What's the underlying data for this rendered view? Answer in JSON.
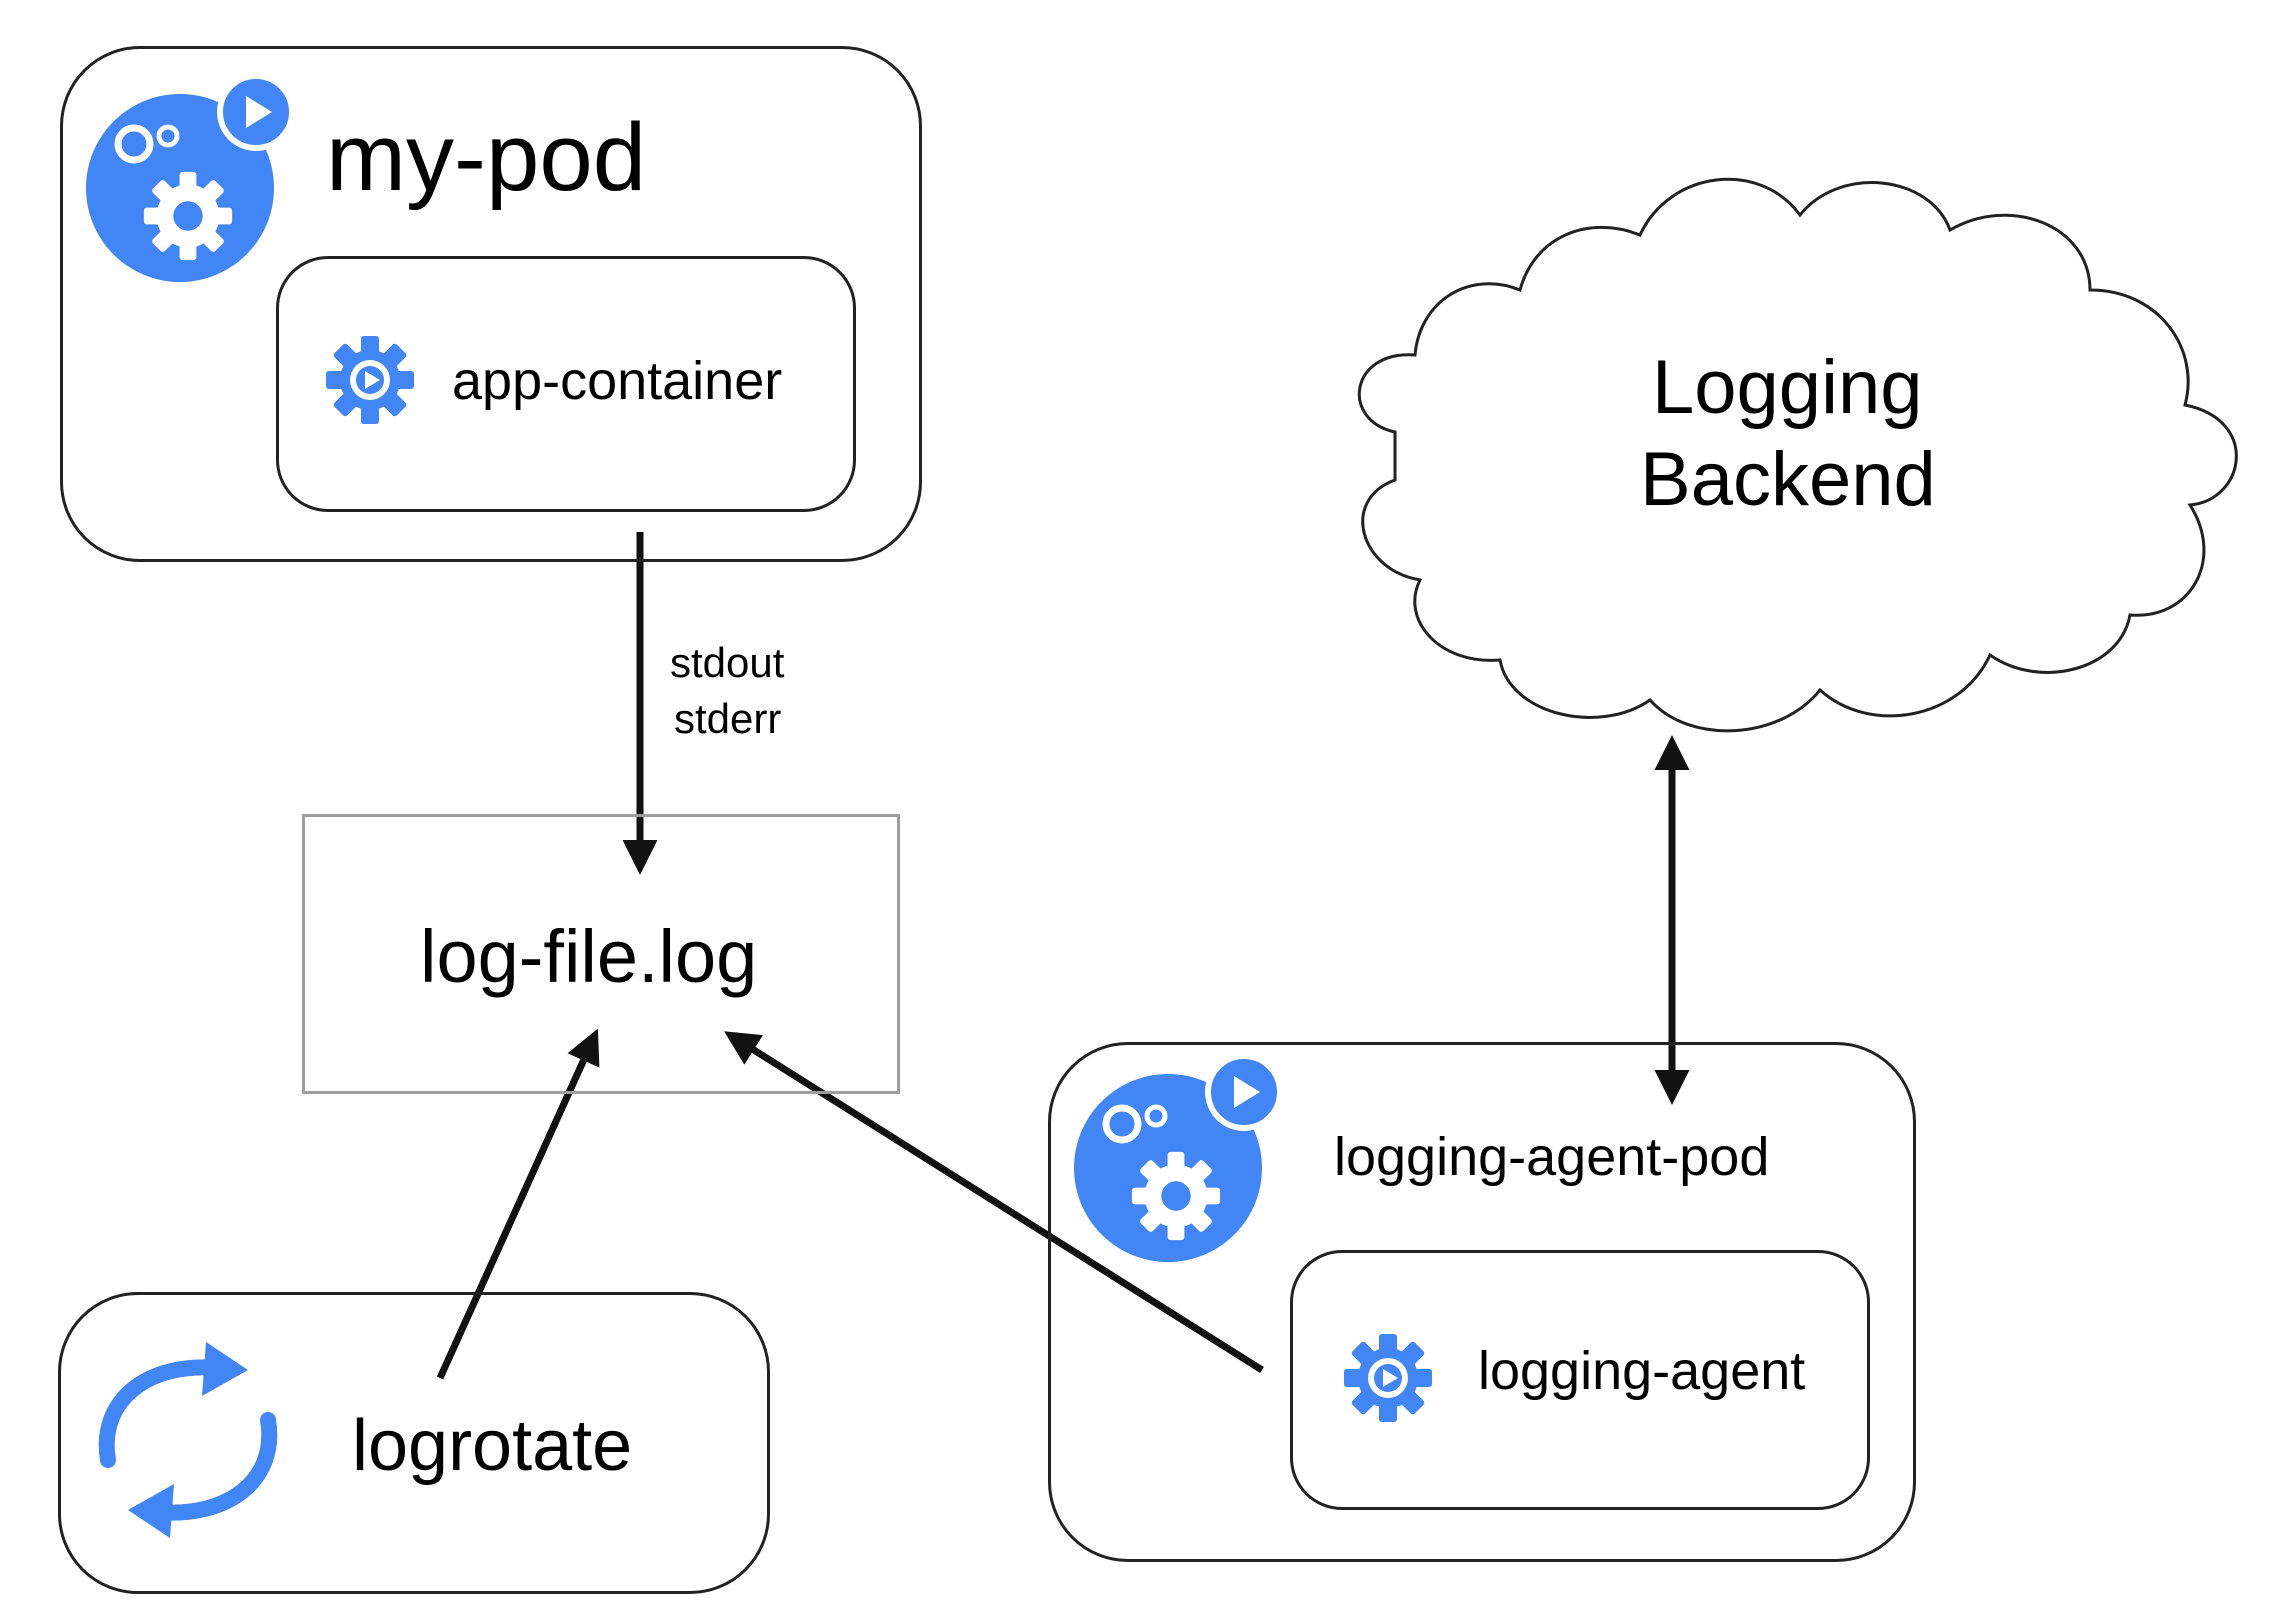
{
  "diagram": {
    "my_pod": {
      "title": "my-pod",
      "container": "app-container"
    },
    "stream_label": {
      "line1": "stdout",
      "line2": "stderr"
    },
    "log_file": {
      "label": "log-file.log"
    },
    "logrotate": {
      "label": "logrotate"
    },
    "backend": {
      "line1": "Logging",
      "line2": "Backend"
    },
    "agent_pod": {
      "title": "logging-agent-pod",
      "container": "logging-agent"
    }
  },
  "colors": {
    "accent_blue": "#4285f4",
    "stroke": "#222222",
    "file_border": "#9e9e9e"
  },
  "icons": [
    "pod-gears-icon",
    "container-gear-play-icon",
    "rotate-arrows-icon",
    "cloud-icon"
  ]
}
